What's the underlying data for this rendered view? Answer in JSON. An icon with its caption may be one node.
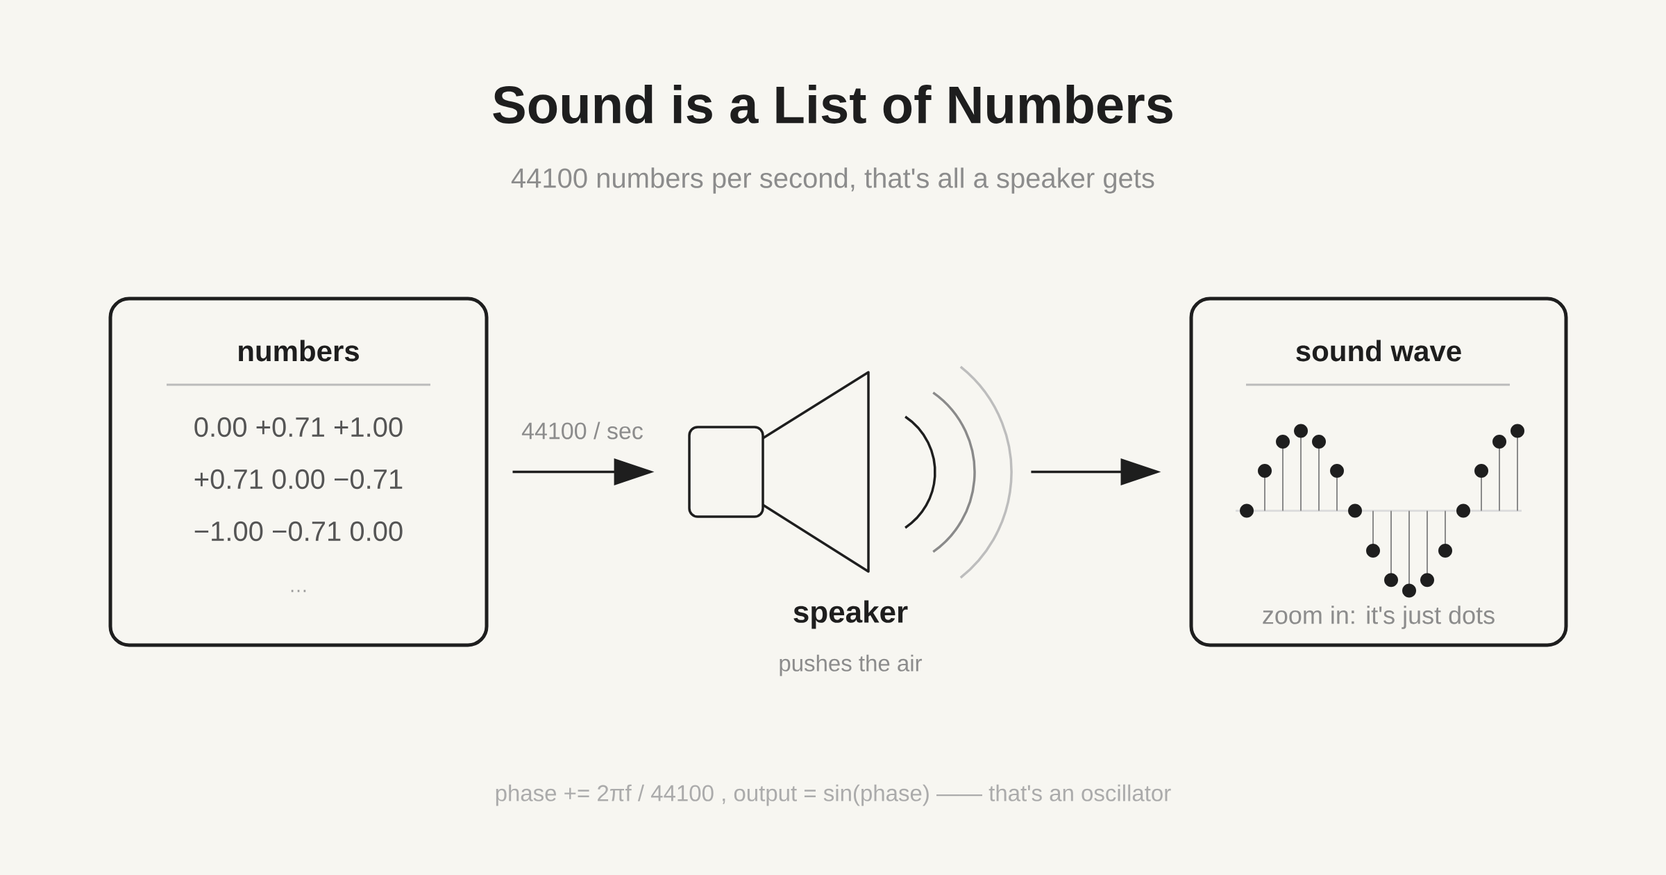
{
  "diagram": {
    "title": "Sound is a List of Numbers",
    "nodes": [
      {
        "text": [
          "numbers",
          "0.00 +0.71 +1.00",
          "+0.71 0.00 −0.71",
          "−1.00 −0.71 0.00",
          "…"
        ]
      },
      {
        "text": [
          "speaker",
          "pushes the air"
        ]
      },
      {
        "text": [
          "sound wave",
          "zoom in: it's just dots"
        ]
      }
    ],
    "edges": [
      {
        "from": 0,
        "to": 1,
        "arrow": "to",
        "label": "44100 / sec"
      },
      {
        "from": 1,
        "to": 2,
        "arrow": "to"
      }
    ],
    "labels": [
      "44100 numbers per second, that's all a speaker gets",
      "phase += 2πf / 44100 , output = sin(phase) —— that's an oscillator"
    ]
  }
}
